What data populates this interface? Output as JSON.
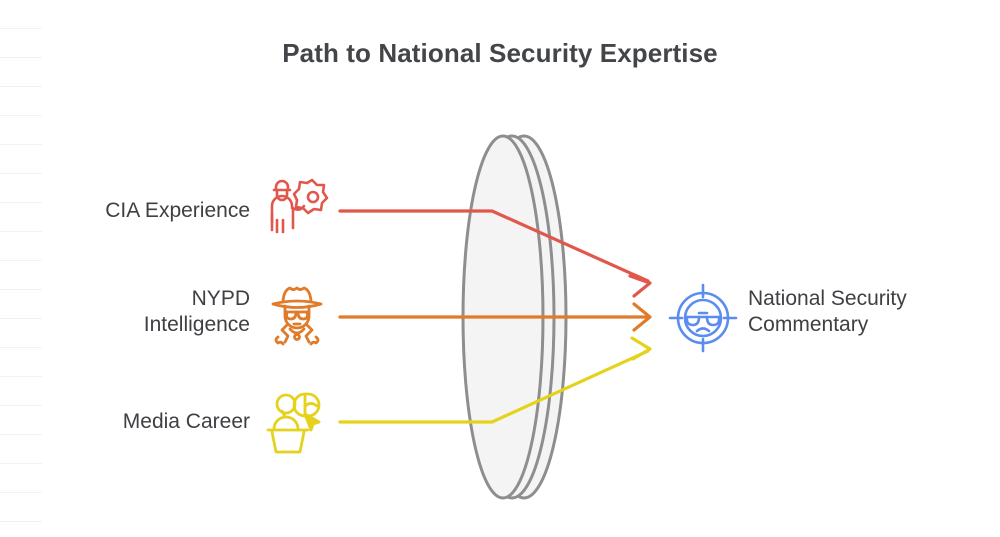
{
  "page": {
    "title": "Path to National Security Expertise",
    "background_color": "#ffffff",
    "text_color": "#3f4043",
    "title_color": "#434548"
  },
  "diagram": {
    "type": "convergence-funnel",
    "lens": {
      "name": "lens-shape",
      "fill": "#f4f4f4",
      "stroke": "#8e8e8e"
    },
    "sources": [
      {
        "id": "cia",
        "label": "CIA Experience",
        "icon": "police-officer-badge-icon",
        "color": "#e2574c",
        "arrow_color": "#e2574c"
      },
      {
        "id": "nypd",
        "label": "NYPD\nIntelligence",
        "label_line1": "NYPD",
        "label_line2": "Intelligence",
        "icon": "spy-detective-icon",
        "color": "#e07b2a",
        "arrow_color": "#e07b2a"
      },
      {
        "id": "media",
        "label": "Media Career",
        "icon": "podium-speaker-icon",
        "color": "#e5d21c",
        "arrow_color": "#e5d21c"
      }
    ],
    "target": {
      "id": "national-security-commentary",
      "label_line1": "National Security",
      "label_line2": "Commentary",
      "icon": "crosshair-masked-face-icon",
      "color": "#5b8def"
    }
  }
}
